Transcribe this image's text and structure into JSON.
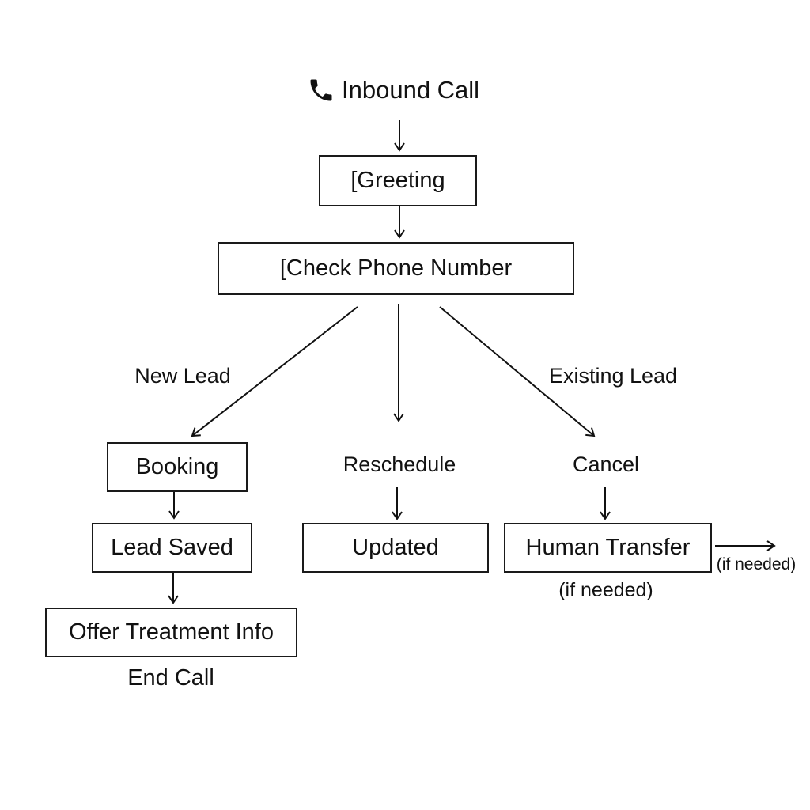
{
  "diagram": {
    "start": {
      "label": "Inbound Call",
      "icon": "phone-icon"
    },
    "nodes": {
      "greeting": "[Greeting",
      "check_phone": "[Check Phone Number",
      "booking": "Booking",
      "lead_saved": "Lead Saved",
      "offer_treatment": "Offer Treatment Info",
      "updated": "Updated",
      "human_transfer": "Human Transfer"
    },
    "labels": {
      "new_lead": "New Lead",
      "existing_lead": "Existing Lead",
      "reschedule": "Reschedule",
      "cancel": "Cancel",
      "end_call": "End Call",
      "if_needed_below": "(if needed)",
      "if_needed_side": "(if needed)"
    },
    "edges": [
      [
        "start",
        "greeting"
      ],
      [
        "greeting",
        "check_phone"
      ],
      [
        "check_phone",
        "booking",
        "New Lead"
      ],
      [
        "check_phone",
        "reschedule"
      ],
      [
        "check_phone",
        "cancel",
        "Existing Lead"
      ],
      [
        "booking",
        "lead_saved"
      ],
      [
        "lead_saved",
        "offer_treatment"
      ],
      [
        "reschedule",
        "updated"
      ],
      [
        "cancel",
        "human_transfer"
      ],
      [
        "human_transfer",
        "external",
        "(if needed)"
      ]
    ]
  }
}
